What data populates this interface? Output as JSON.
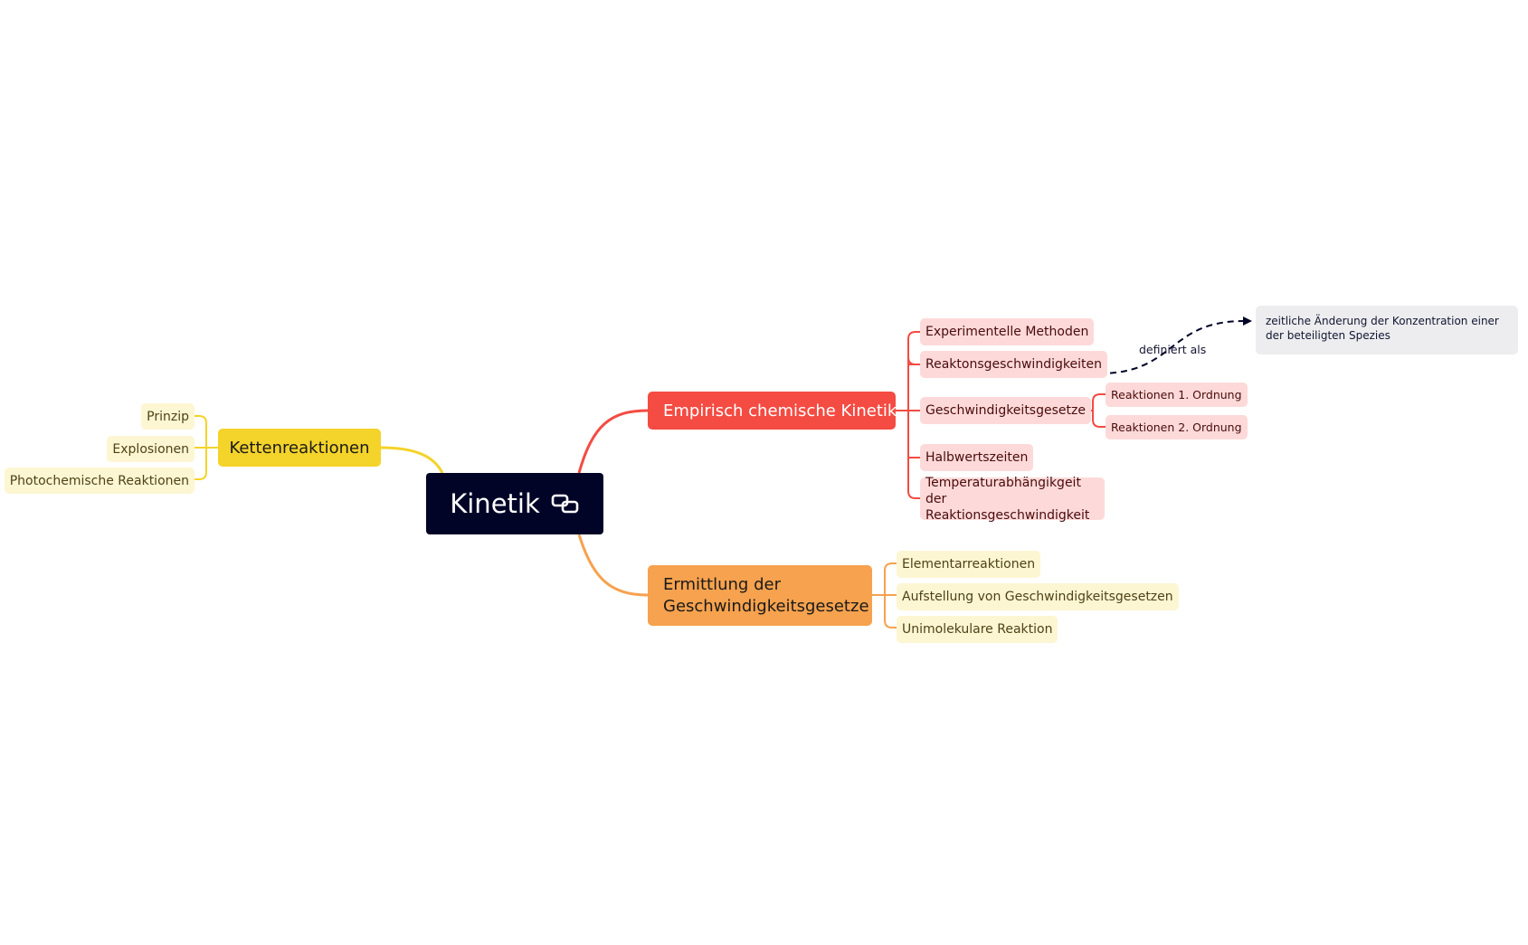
{
  "root": {
    "label": "Kinetik",
    "icon": "linked-map-icon"
  },
  "branches": {
    "empirisch": {
      "label": "Empirisch chemische Kinetik",
      "color": "#f44b42",
      "children": [
        "Experimentelle Methoden",
        "Reaktonsgeschwindigkeiten",
        "Geschwindigkeitsgesetze",
        "Halbwertszeiten",
        "Temperaturabhängikgeit der Reaktionsgeschwindigkeit"
      ],
      "grandchildren": [
        "Reaktionen 1. Ordnung",
        "Reaktionen 2. Ordnung"
      ]
    },
    "ermittlung": {
      "label": "Ermittlung der Geschwindigkeitsgesetze",
      "color": "#f6a24e",
      "children": [
        "Elementarreaktionen",
        "Aufstellung von Geschwindigkeitsgesetzen",
        "Unimolekulare Reaktion"
      ]
    },
    "ketten": {
      "label": "Kettenreaktionen",
      "color": "#f4d32a",
      "children": [
        "Prinzip",
        "Explosionen",
        "Photochemische Reaktionen"
      ]
    }
  },
  "relationship": {
    "label": "definiert als",
    "target": "zeitliche Änderung der Konzentration einer der beteiligten Spezies",
    "color": "#020427"
  }
}
